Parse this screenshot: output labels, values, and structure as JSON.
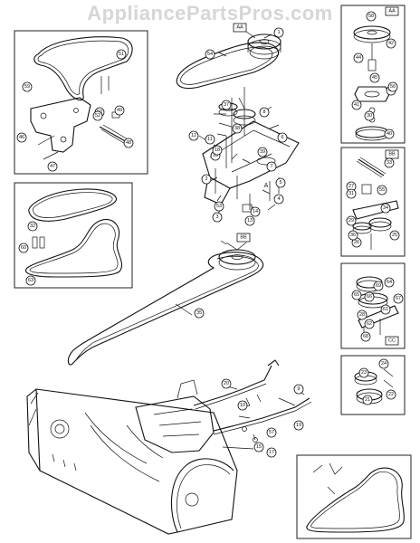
{
  "watermark": "AppliancePartsPros.com",
  "section_tags": [
    "AA",
    "BB",
    "CC",
    "AA",
    "BB"
  ],
  "callouts": [
    "1",
    "2",
    "3",
    "4",
    "5",
    "6",
    "7",
    "8",
    "9",
    "10",
    "11",
    "12",
    "13",
    "14",
    "15",
    "16",
    "17",
    "18",
    "19",
    "20",
    "21",
    "22",
    "23",
    "24",
    "25",
    "26",
    "27",
    "28",
    "29",
    "30",
    "31",
    "32",
    "33",
    "34",
    "35",
    "36",
    "37",
    "38",
    "39",
    "40",
    "41",
    "42",
    "43",
    "44",
    "45",
    "46",
    "47",
    "48",
    "49",
    "50",
    "51",
    "52",
    "53",
    "54",
    "55",
    "56",
    "57",
    "58",
    "59",
    "60",
    "61",
    "62",
    "63",
    "64",
    "65",
    "66",
    "67",
    "68",
    "69"
  ],
  "letters": [
    "A",
    "A"
  ]
}
